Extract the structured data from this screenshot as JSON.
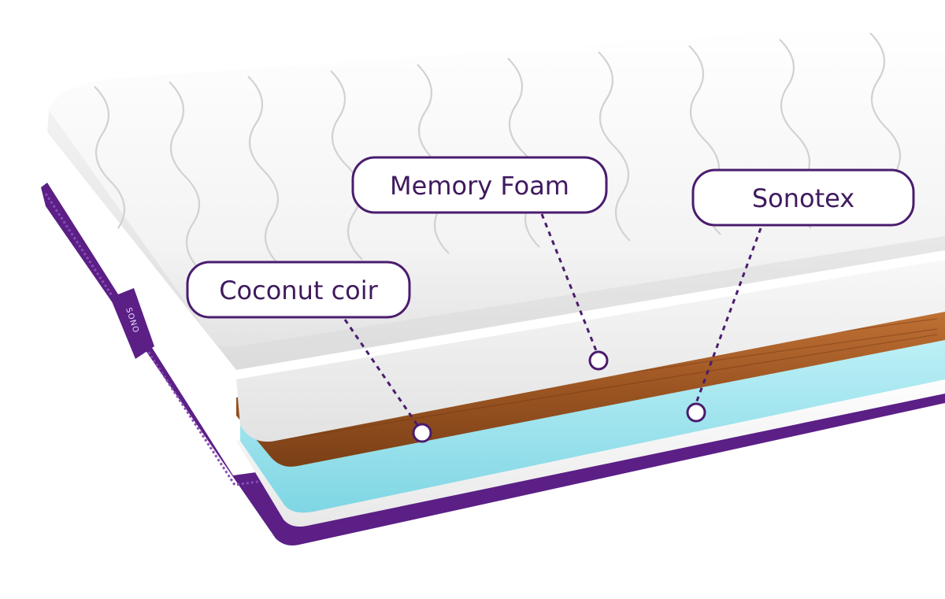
{
  "brand": {
    "label": "SONO"
  },
  "callouts": [
    {
      "label": "Memory Foam"
    },
    {
      "label": "Sonotex"
    },
    {
      "label": "Coconut coir"
    }
  ],
  "colors": {
    "accent": "#5b1f86",
    "callout_text": "#3f1a5e",
    "coir": "#a85e26",
    "cooling_foam": "#9fe3ee",
    "memory_foam": "#ececec",
    "cover": "#f7f7f7"
  }
}
